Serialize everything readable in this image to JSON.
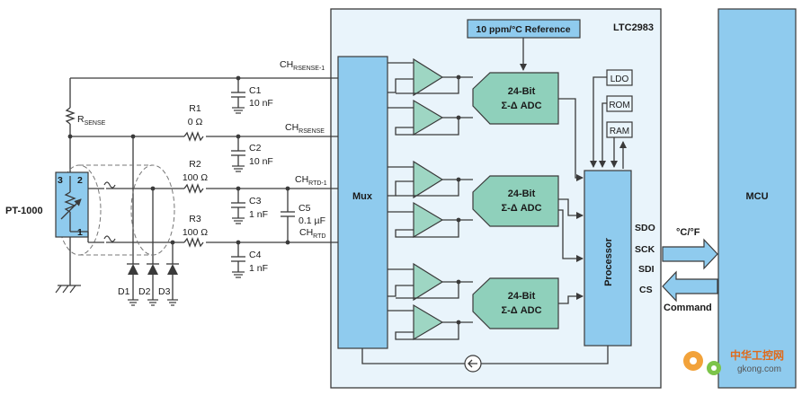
{
  "colors": {
    "chip_bg": "#e9f4fb",
    "block_blue": "#8fcbee",
    "amp_green": "#9ed6c3",
    "adc_green": "#8fd0bb",
    "wire": "#3a3a3a"
  },
  "chip": {
    "name": "LTC2983",
    "reference_label": "10 ppm/°C Reference",
    "mux_label": "Mux",
    "processor_label": "Processor",
    "adc_line1": "24-Bit",
    "adc_line2": "Σ-Δ ADC",
    "ldo_label": "LDO",
    "rom_label": "ROM",
    "ram_label": "RAM"
  },
  "mcu": {
    "label": "MCU"
  },
  "channels": {
    "ch1_main": "CH",
    "ch1_sub": "RSENSE-1",
    "ch2_main": "CH",
    "ch2_sub": "RSENSE",
    "ch3_main": "CH",
    "ch3_sub": "RTD-1",
    "ch4_main": "CH",
    "ch4_sub": "RTD"
  },
  "components": {
    "rsense_main": "R",
    "rsense_sub": "SENSE",
    "r1_name": "R1",
    "r1_value": "0 Ω",
    "r2_name": "R2",
    "r2_value": "100 Ω",
    "r3_name": "R3",
    "r3_value": "100 Ω",
    "c1_name": "C1",
    "c1_value": "10 nF",
    "c2_name": "C2",
    "c2_value": "10 nF",
    "c3_name": "C3",
    "c3_value": "1 nF",
    "c4_name": "C4",
    "c4_value": "1 nF",
    "c5_name": "C5",
    "c5_value": "0.1 µF",
    "d1": "D1",
    "d2": "D2",
    "d3": "D3",
    "sensor_label": "PT-1000",
    "pin3": "3",
    "pin2": "2",
    "pin1": "1"
  },
  "interface": {
    "sdo": "SDO",
    "sck": "SCK",
    "sdi": "SDI",
    "cs": "CS",
    "output_label": "°C/°F",
    "command_label": "Command"
  },
  "watermark": {
    "text_cn": "中华工控网",
    "url": "gkong.com"
  }
}
